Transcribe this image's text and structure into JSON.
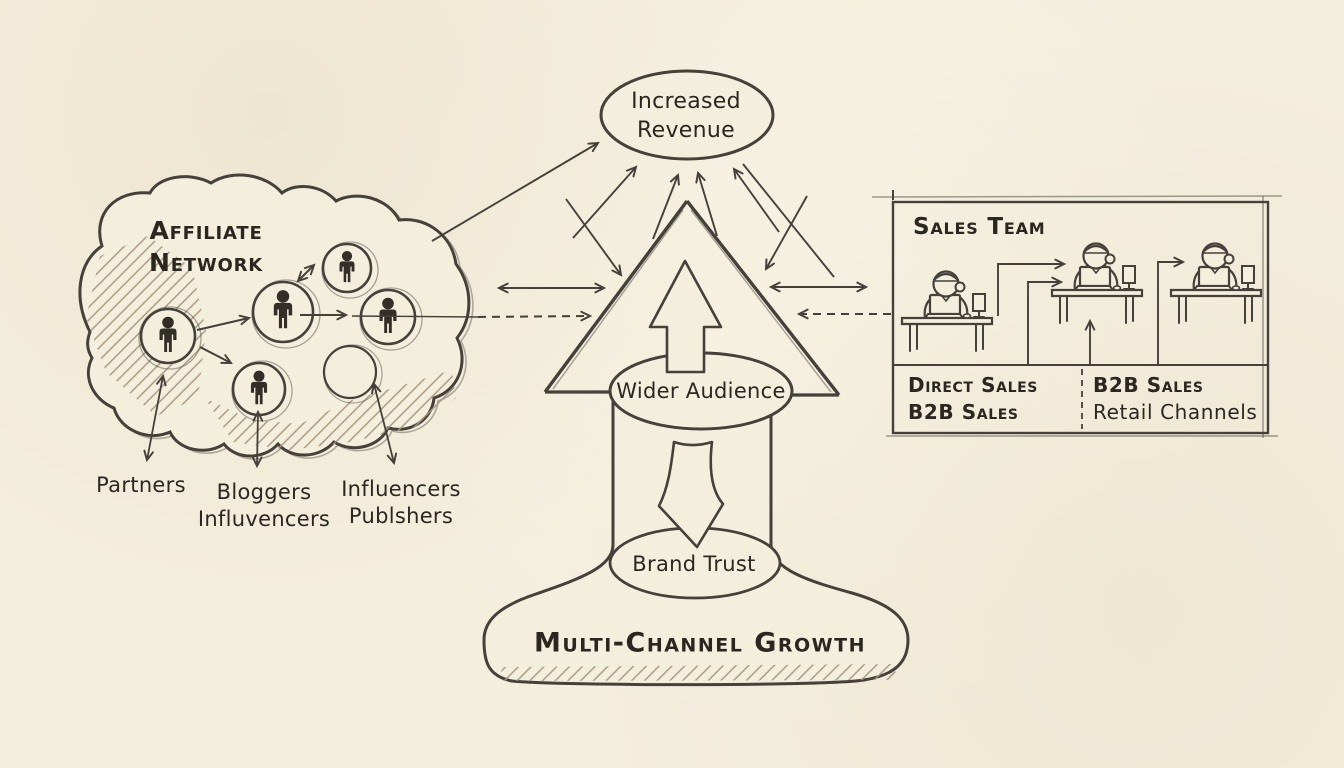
{
  "palette": {
    "background": "#f4eedd",
    "ink": "#45403a",
    "text": "#2b2620",
    "hatch": "#9b8f79"
  },
  "icons": {
    "affiliate_member": "person-pictogram",
    "vacant_member": "empty-circle",
    "sales_rep": "person-at-desk-with-laptop"
  },
  "center": {
    "increased_revenue_line1": "Increased",
    "increased_revenue_line2": "Revenue",
    "wider_audience": "Wider Audience",
    "brand_trust": "Brand Trust",
    "multi_channel_growth": "Multi-Channel Growth"
  },
  "affiliate_network": {
    "title_line1": "Affiliate",
    "title_line2": "Network",
    "partners": "Partners",
    "bloggers_line1": "Bloggers",
    "bloggers_line2": "Influvencers",
    "influencers_line1": "Influencers",
    "influencers_line2": "Publshers"
  },
  "sales_team": {
    "title": "Sales Team",
    "left_cell_line1": "Direct Sales",
    "left_cell_line2": "B2B Sales",
    "right_cell_line1": "B2B Sales",
    "right_cell_line2": "Retail Channels"
  }
}
